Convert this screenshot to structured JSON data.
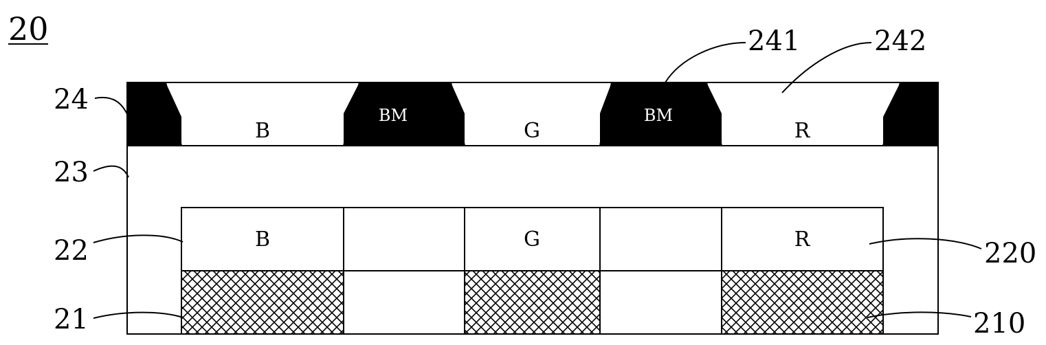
{
  "figure_number": "20",
  "ref_labels": {
    "layer_24": "24",
    "layer_23": "23",
    "layer_22": "22",
    "layer_21": "21",
    "part_241": "241",
    "part_242": "242",
    "part_220": "220",
    "part_210": "210"
  },
  "top_layer": {
    "filters": [
      "B",
      "G",
      "R"
    ],
    "black_matrix": [
      "BM",
      "BM"
    ]
  },
  "color_layer": {
    "cells": [
      "B",
      "G",
      "R"
    ]
  },
  "colors": {
    "line": "#000000",
    "black_matrix": "#000000",
    "background": "#ffffff"
  }
}
